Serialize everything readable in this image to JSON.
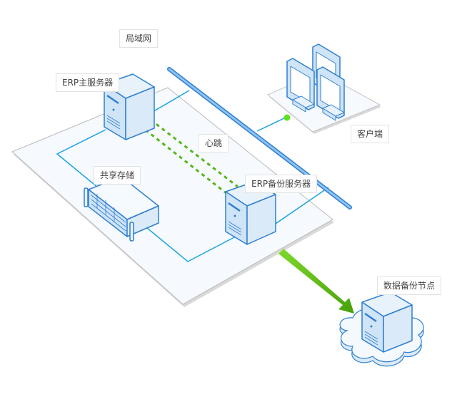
{
  "diagram": {
    "labels": {
      "lan": "局域网",
      "erp_main": "ERP主服务器",
      "client": "客户端",
      "heartbeat": "心跳",
      "shared_storage": "共享存储",
      "erp_backup": "ERP备份服务器",
      "backup_node": "数据备份节点"
    },
    "colors": {
      "line_blue": "#1aa3e0",
      "device_stroke": "#2f7fd1",
      "device_fill": "#cfe4f7",
      "heartbeat_green": "#57b61a",
      "arrow_green": "#4ea60e",
      "node_dot": "#5fe21f",
      "platform_fill": "#f6fafe",
      "platform_edge": "#b9b9b9"
    }
  }
}
